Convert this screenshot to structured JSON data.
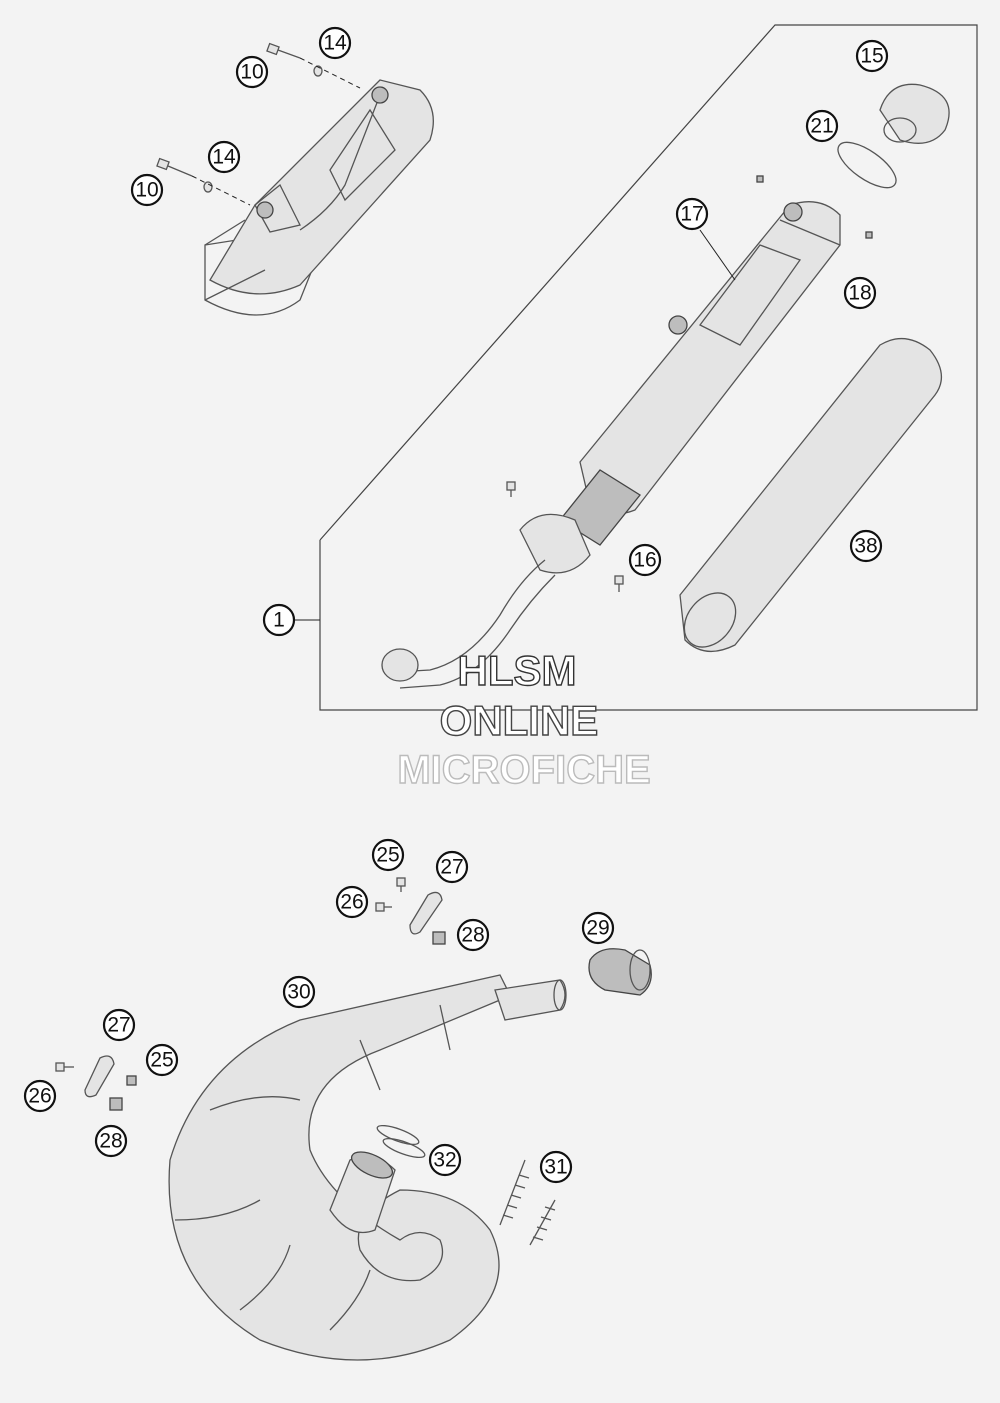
{
  "callouts": [
    {
      "id": "c-1",
      "label": "1"
    },
    {
      "id": "c-10a",
      "label": "10"
    },
    {
      "id": "c-10b",
      "label": "10"
    },
    {
      "id": "c-14a",
      "label": "14"
    },
    {
      "id": "c-14b",
      "label": "14"
    },
    {
      "id": "c-15",
      "label": "15"
    },
    {
      "id": "c-16",
      "label": "16"
    },
    {
      "id": "c-17",
      "label": "17"
    },
    {
      "id": "c-18",
      "label": "18"
    },
    {
      "id": "c-21",
      "label": "21"
    },
    {
      "id": "c-25a",
      "label": "25"
    },
    {
      "id": "c-25b",
      "label": "25"
    },
    {
      "id": "c-26a",
      "label": "26"
    },
    {
      "id": "c-26b",
      "label": "26"
    },
    {
      "id": "c-27a",
      "label": "27"
    },
    {
      "id": "c-27b",
      "label": "27"
    },
    {
      "id": "c-28a",
      "label": "28"
    },
    {
      "id": "c-28b",
      "label": "28"
    },
    {
      "id": "c-29",
      "label": "29"
    },
    {
      "id": "c-30",
      "label": "30"
    },
    {
      "id": "c-31",
      "label": "31"
    },
    {
      "id": "c-32",
      "label": "32"
    },
    {
      "id": "c-38",
      "label": "38"
    }
  ],
  "watermark": {
    "line1": "HLSM",
    "line2": "ONLINE",
    "line3": "MICROFICHE"
  }
}
